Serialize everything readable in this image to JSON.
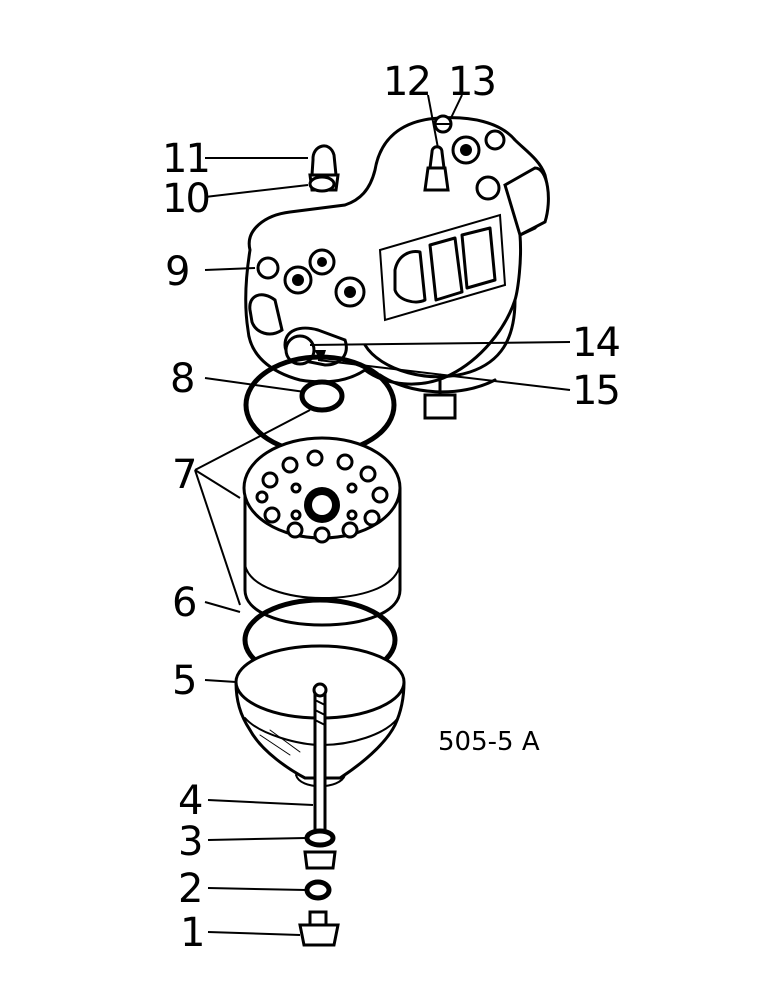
{
  "figure_code": "505-5 A",
  "callouts": [
    "1",
    "2",
    "3",
    "4",
    "5",
    "6",
    "7",
    "8",
    "9",
    "10",
    "11",
    "12",
    "13",
    "14",
    "15"
  ],
  "colors": {
    "ink": "#000000",
    "paper": "#ffffff"
  }
}
